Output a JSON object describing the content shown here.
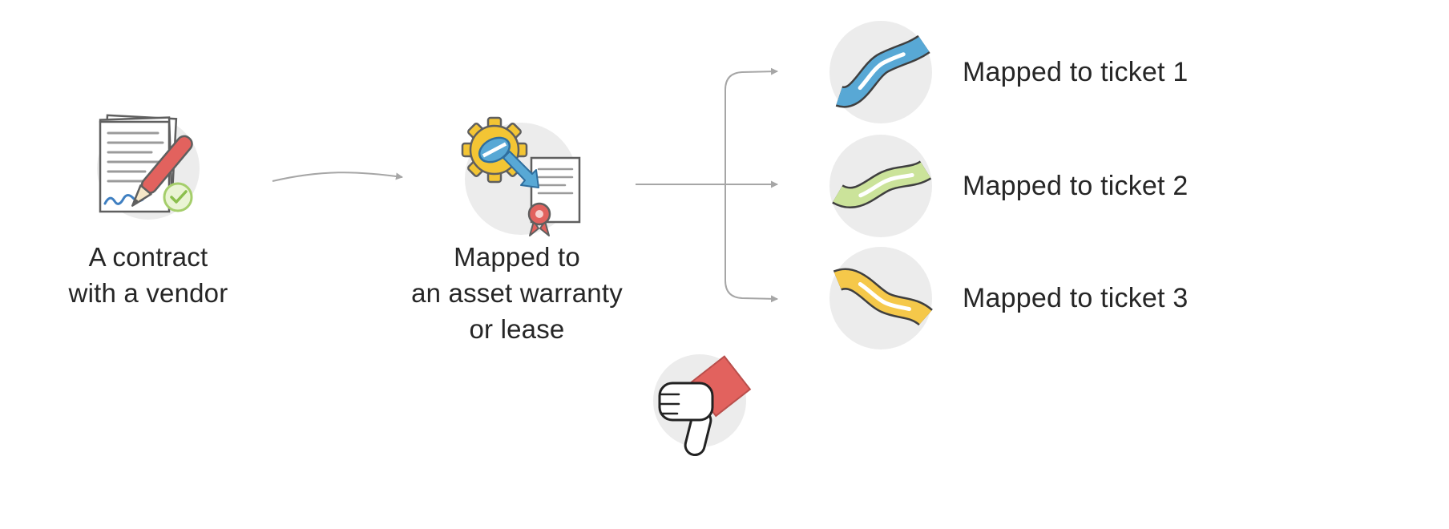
{
  "diagram": {
    "contract_node": {
      "icon": "contract-signed-icon",
      "lines": [
        "A contract",
        "with a vendor"
      ]
    },
    "mapping_node": {
      "icon": "gear-certificate-icon",
      "lines": [
        "Mapped to",
        "an asset warranty",
        "or lease"
      ]
    },
    "tickets": [
      {
        "icon": "ribbon-blue-icon",
        "label": "Mapped to ticket 1",
        "color": "#58a8d5"
      },
      {
        "icon": "ribbon-green-icon",
        "label": "Mapped to ticket 2",
        "color": "#cbe39a"
      },
      {
        "icon": "ribbon-yellow-icon",
        "label": "Mapped to ticket 3",
        "color": "#f5c84a"
      }
    ],
    "verdict": {
      "icon": "thumbs-down-icon"
    },
    "colors": {
      "background": "#ffffff",
      "node_circle": "#ececec",
      "arrow": "#a6a6a6",
      "text": "#262626",
      "pen_red": "#e2625e",
      "gear_yellow": "#f3c534",
      "accent_blue": "#58a8d5",
      "check_green": "#8bbf4d",
      "sleeve_red": "#e2625e"
    }
  }
}
